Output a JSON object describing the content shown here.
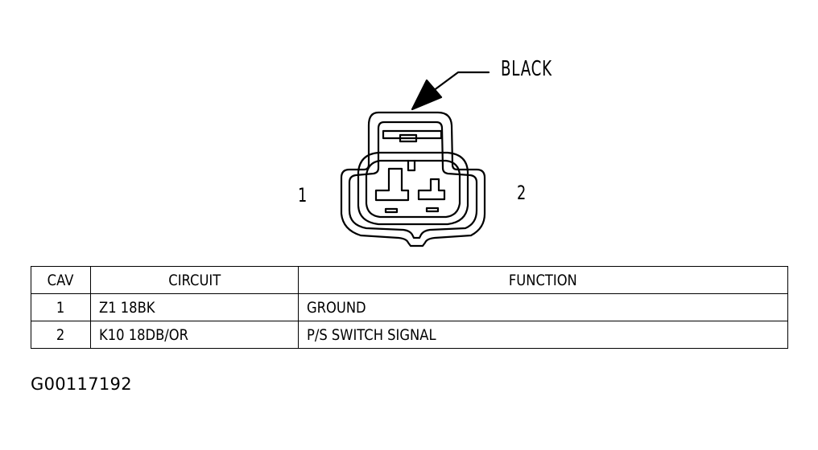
{
  "connector": {
    "color_label": "BLACK",
    "cavity_left": "1",
    "cavity_right": "2"
  },
  "pinout_table": {
    "headers": {
      "cav": "CAV",
      "circuit": "CIRCUIT",
      "function": "FUNCTION"
    },
    "rows": [
      {
        "cav": "1",
        "circuit": "Z1 18BK",
        "function": "GROUND"
      },
      {
        "cav": "2",
        "circuit": "K10 18DB/OR",
        "function": "P/S SWITCH SIGNAL"
      }
    ]
  },
  "figure_id": "G00117192"
}
